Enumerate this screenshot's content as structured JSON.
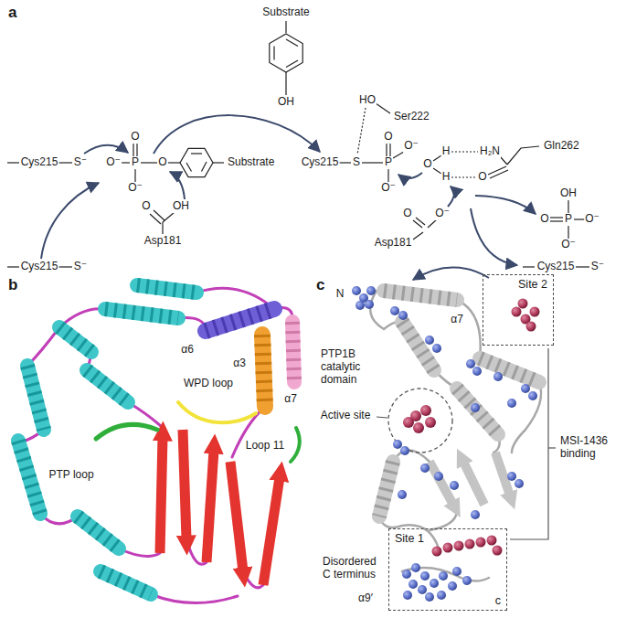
{
  "diagram": {
    "nodes": [
      {
        "text": [
          "Site 2"
        ]
      },
      {
        "text": [
          "Site 1",
          "c"
        ]
      }
    ],
    "labels": [
      "a",
      "Substrate",
      "OH",
      "Cys215",
      "S⁻",
      "O",
      "O⁻",
      "P",
      "O",
      "O⁻",
      "Substrate",
      "O",
      "OH",
      "Asp181",
      "Cys215",
      "S⁻",
      "HO",
      "Ser222",
      "Cys215",
      "S",
      "P",
      "O",
      "O⁻",
      "O⁻",
      "O",
      "H",
      "H",
      "H₂N",
      "O",
      "Gln262",
      "O",
      "O⁻",
      "Asp181",
      "OH",
      "O",
      "P",
      "O⁻",
      "O⁻",
      "Cys215",
      "S⁻",
      "b",
      "α6",
      "α3",
      "WPD loop",
      "α7",
      "Loop 11",
      "PTP loop",
      "c",
      "N",
      "α7",
      "PTP1B catalytic domain",
      "Active site",
      "MSI-1436 binding",
      "Disordered C terminus",
      "α9′"
    ]
  }
}
